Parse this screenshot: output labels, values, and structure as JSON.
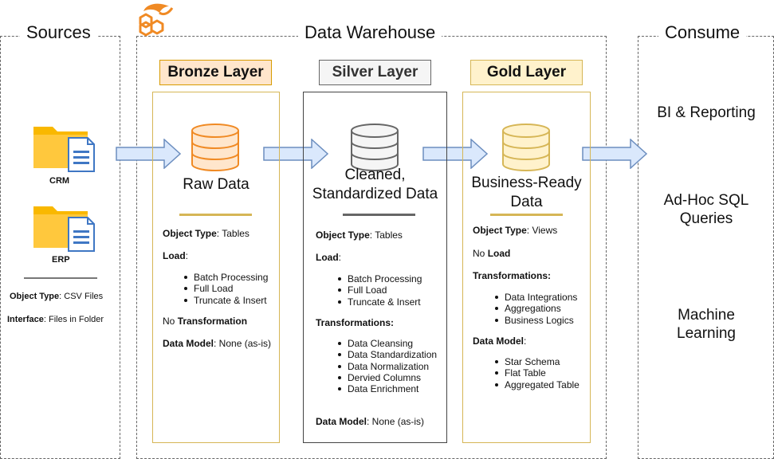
{
  "sections": {
    "sources": "Sources",
    "warehouse": "Data Warehouse",
    "consume": "Consume"
  },
  "sources": {
    "files": [
      "CRM",
      "ERP"
    ],
    "object_type_key": "Object Type",
    "object_type_value": ": CSV Files",
    "interface_key": "Interface",
    "interface_value": ": Files in Folder"
  },
  "layers": {
    "bronze": {
      "label": "Bronze Layer",
      "title": "Raw Data",
      "object_type_key": "Object Type",
      "object_type_value": ": Tables",
      "load_key": "Load",
      "load_items": [
        "Batch Processing",
        "Full Load",
        "Truncate & Insert"
      ],
      "transformation_prefix": "No ",
      "transformation_key": "Transformation",
      "data_model_key": "Data Model",
      "data_model_value": ": None (as-is)",
      "colors": {
        "fill": "#FFE6CC",
        "border": "#D79B00",
        "accent": "#D6B656"
      }
    },
    "silver": {
      "label": "Silver Layer",
      "title_line1": "Cleaned,",
      "title_line2": "Standardized Data",
      "object_type_key": "Object Type",
      "object_type_value": ": Tables",
      "load_key": "Load",
      "load_items": [
        "Batch Processing",
        "Full Load",
        "Truncate & Insert"
      ],
      "transformations_key": "Transformations:",
      "transformation_items": [
        "Data Cleansing",
        "Data Standardization",
        "Data Normalization",
        "Dervied Columns",
        "Data Enrichment"
      ],
      "data_model_key": "Data Model",
      "data_model_value": ": None (as-is)",
      "colors": {
        "fill": "#F5F5F5",
        "border": "#666666",
        "accent": "#666666"
      }
    },
    "gold": {
      "label": "Gold Layer",
      "title_line1": "Business-Ready",
      "title_line2": "Data",
      "object_type_key": "Object Type",
      "object_type_value": ": Views",
      "load_prefix": "No ",
      "load_key": "Load",
      "transformations_key": "Transformations:",
      "transformation_items": [
        "Data Integrations",
        "Aggregations",
        "Business Logics"
      ],
      "data_model_key": "Data Model",
      "data_model_value": ":",
      "data_model_items": [
        "Star Schema",
        "Flat Table",
        "Aggregated Table"
      ],
      "colors": {
        "fill": "#FFF2CC",
        "border": "#D6B656",
        "accent": "#D6B656"
      }
    }
  },
  "consume": {
    "items": [
      {
        "line1": "BI & Reporting",
        "line2": ""
      },
      {
        "line1": "Ad-Hoc SQL",
        "line2": "Queries"
      },
      {
        "line1": "Machine",
        "line2": "Learning"
      }
    ]
  },
  "icons": {
    "logo": "logo-icon",
    "folder": "folder-document-icon",
    "database": "database-icon",
    "arrow": "right-arrow-icon"
  }
}
